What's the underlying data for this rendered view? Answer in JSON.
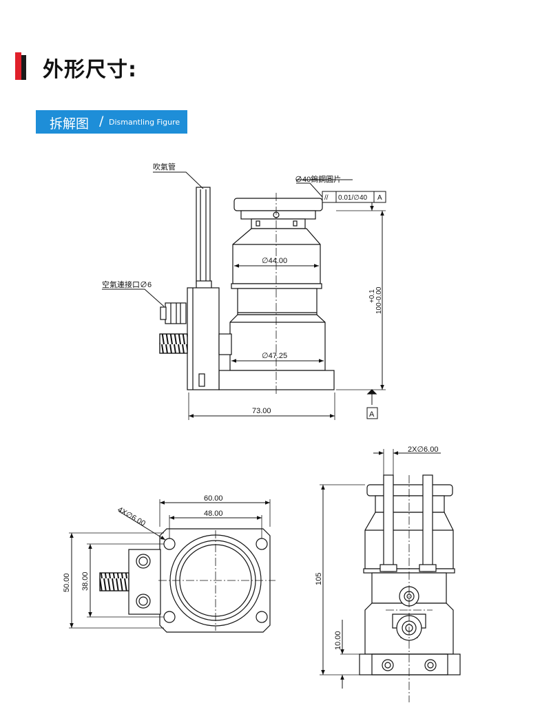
{
  "header": {
    "title": "外形尺寸:",
    "accent_red": "#e0202a",
    "accent_black": "#1a1a1a"
  },
  "banner": {
    "label_cn": "拆解图",
    "separator": "/",
    "label_en": "Dismantling Figure",
    "color": "#1e8ed8"
  },
  "side_view": {
    "blow_tube": "吹氣管",
    "disk_label": "∅40鎢鋼圓片",
    "tolerance_symbol": "//",
    "tolerance_value": "0.01/∅40",
    "datum_ref": "A",
    "upper_diameter": "∅44.00",
    "air_connector": "空氣連接口∅6",
    "lower_diameter": "∅47.25",
    "height_tol_upper": "+0.1",
    "height_tol_main": "100-0.00",
    "width": "73.00",
    "datum_label": "A"
  },
  "top_view": {
    "holes": "4X∅6.00",
    "outer_width": "60.00",
    "inner_width": "48.00",
    "outer_height": "50.00",
    "inner_height": "38.00"
  },
  "front_view": {
    "pins": "2X∅6.00",
    "total_height": "105",
    "base_height": "10.00"
  }
}
